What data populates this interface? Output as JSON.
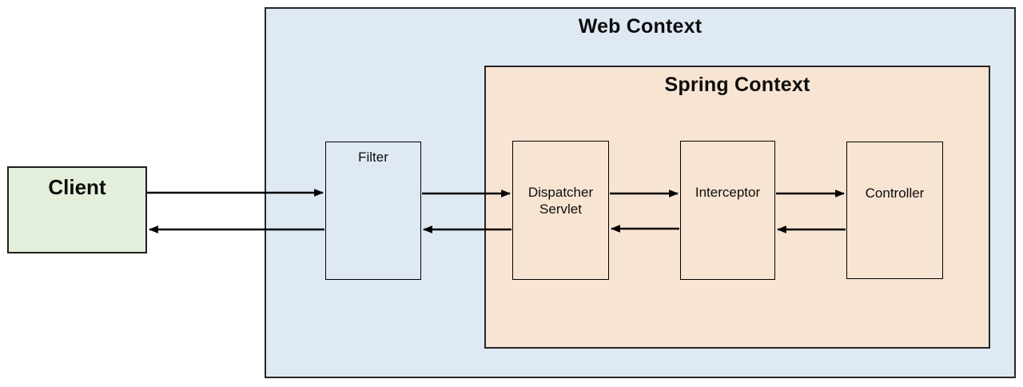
{
  "diagram": {
    "web_context": {
      "label": "Web Context",
      "fill": "#dfe9f4"
    },
    "spring_context": {
      "label": "Spring Context",
      "fill": "#f8e4d2"
    },
    "client": {
      "label": "Client",
      "fill": "#e3efda"
    },
    "filter": {
      "label": "Filter",
      "fill": "#dfe9f4"
    },
    "dispatcher_servlet": {
      "label": "Dispatcher Servlet",
      "fill": "#f8e4d2"
    },
    "interceptor": {
      "label": "Interceptor",
      "fill": "#f8e4d2"
    },
    "controller": {
      "label": "Controller",
      "fill": "#f8e4d2"
    },
    "colors": {
      "arrow": "#000000",
      "node_border": "#000000",
      "container_border": "#262626",
      "text": "#0d0d0d",
      "background": "#ffffff"
    },
    "flow": [
      {
        "from": "Client",
        "to": "Filter"
      },
      {
        "from": "Filter",
        "to": "Client"
      },
      {
        "from": "Filter",
        "to": "Dispatcher Servlet"
      },
      {
        "from": "Dispatcher Servlet",
        "to": "Filter"
      },
      {
        "from": "Dispatcher Servlet",
        "to": "Interceptor"
      },
      {
        "from": "Interceptor",
        "to": "Dispatcher Servlet"
      },
      {
        "from": "Interceptor",
        "to": "Controller"
      },
      {
        "from": "Controller",
        "to": "Interceptor"
      }
    ]
  }
}
